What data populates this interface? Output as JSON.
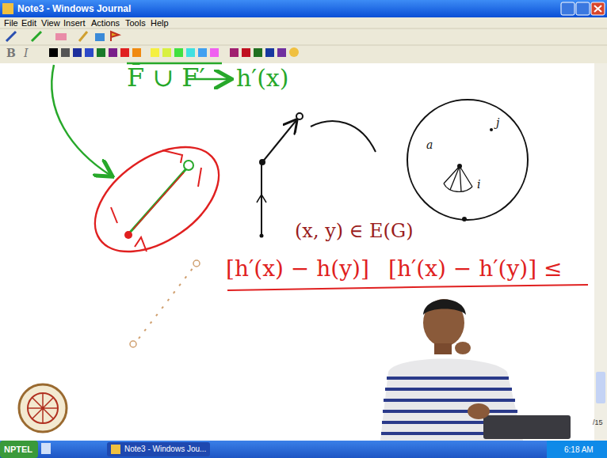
{
  "diagram": {
    "title": "Note3 - Windows Journal",
    "labels": [
      "File",
      "Edit",
      "View",
      "Insert",
      "Actions",
      "Tools",
      "Help",
      "B",
      "I",
      "F̄ ∪ F′",
      "h′(x)",
      "a",
      "i",
      "j",
      "(x, y) ∈ E(G)",
      "[h′(x) − h(y)]",
      "[h′(x) − h′(y)] ≤",
      "/15",
      "NPTEL",
      "Note3 - Windows Jou...",
      "6:18 AM"
    ]
  }
}
